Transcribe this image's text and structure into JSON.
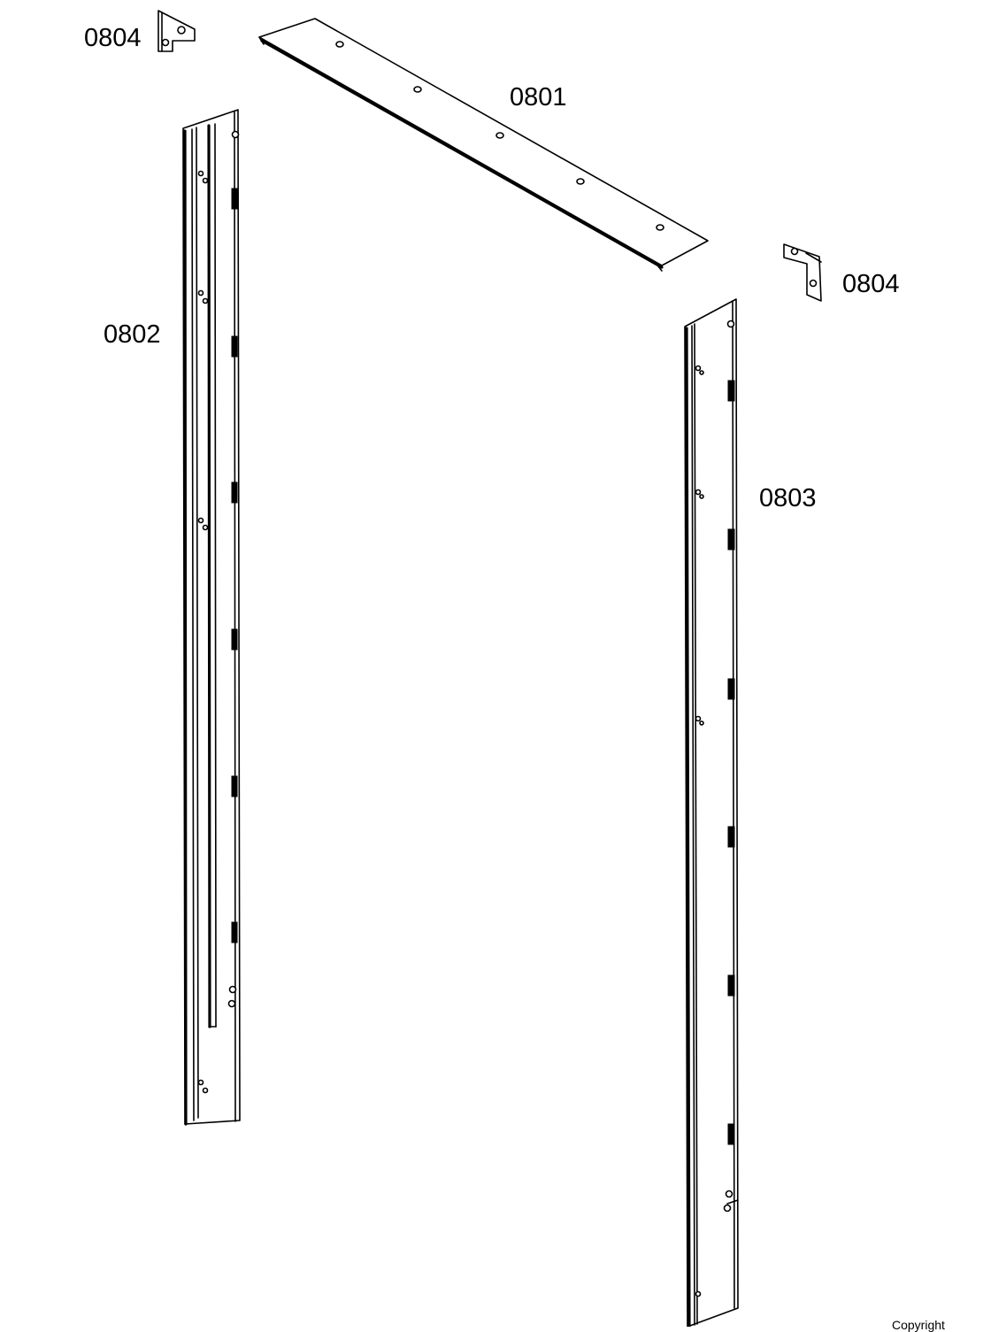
{
  "diagram": {
    "parts": [
      {
        "id": "top_rail",
        "label": "0801"
      },
      {
        "id": "left_post",
        "label": "0802"
      },
      {
        "id": "right_post",
        "label": "0803"
      },
      {
        "id": "bracket_top_left",
        "label": "0804"
      },
      {
        "id": "bracket_right",
        "label": "0804"
      }
    ],
    "footer_text": "Copyright"
  }
}
